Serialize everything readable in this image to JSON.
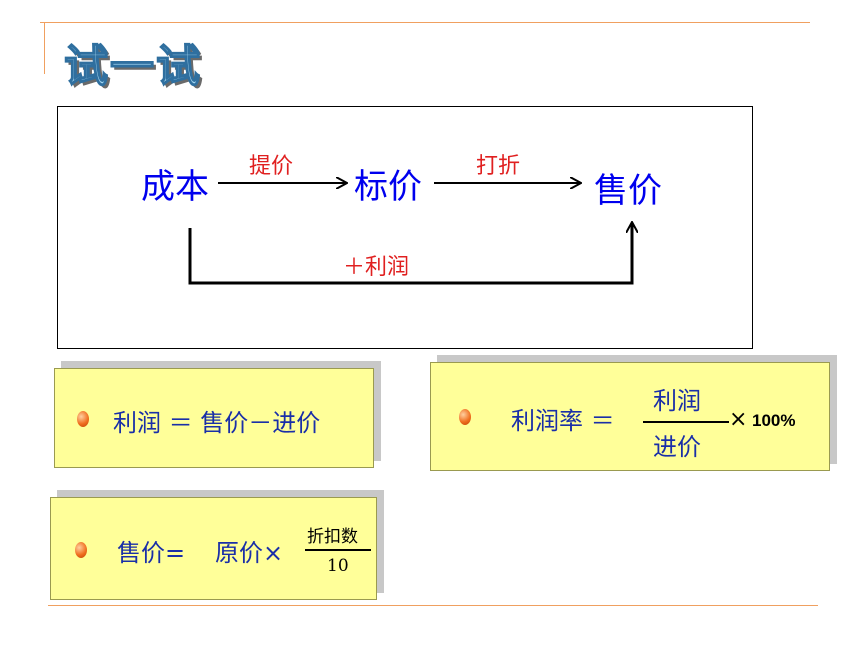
{
  "title": "试一试",
  "diagram": {
    "nodes": [
      "成本",
      "标价",
      "售价"
    ],
    "edge_labels": [
      "提价",
      "打折"
    ],
    "bottom_label": "＋利润"
  },
  "cards": {
    "profit": {
      "text": "利润 ＝ 售价－进价"
    },
    "profit_rate": {
      "label": "利润率 ＝",
      "numerator": "利润",
      "denominator": "进价",
      "times": "×",
      "suffix": "100%"
    },
    "sale_price": {
      "label": "售价=",
      "original": "原价×",
      "numerator": "折扣数",
      "denominator": "10"
    }
  },
  "colors": {
    "accent_line": "#f0a060",
    "node_text": "#0000ee",
    "edge_text": "#e02020",
    "card_bg": "#ffff99"
  }
}
